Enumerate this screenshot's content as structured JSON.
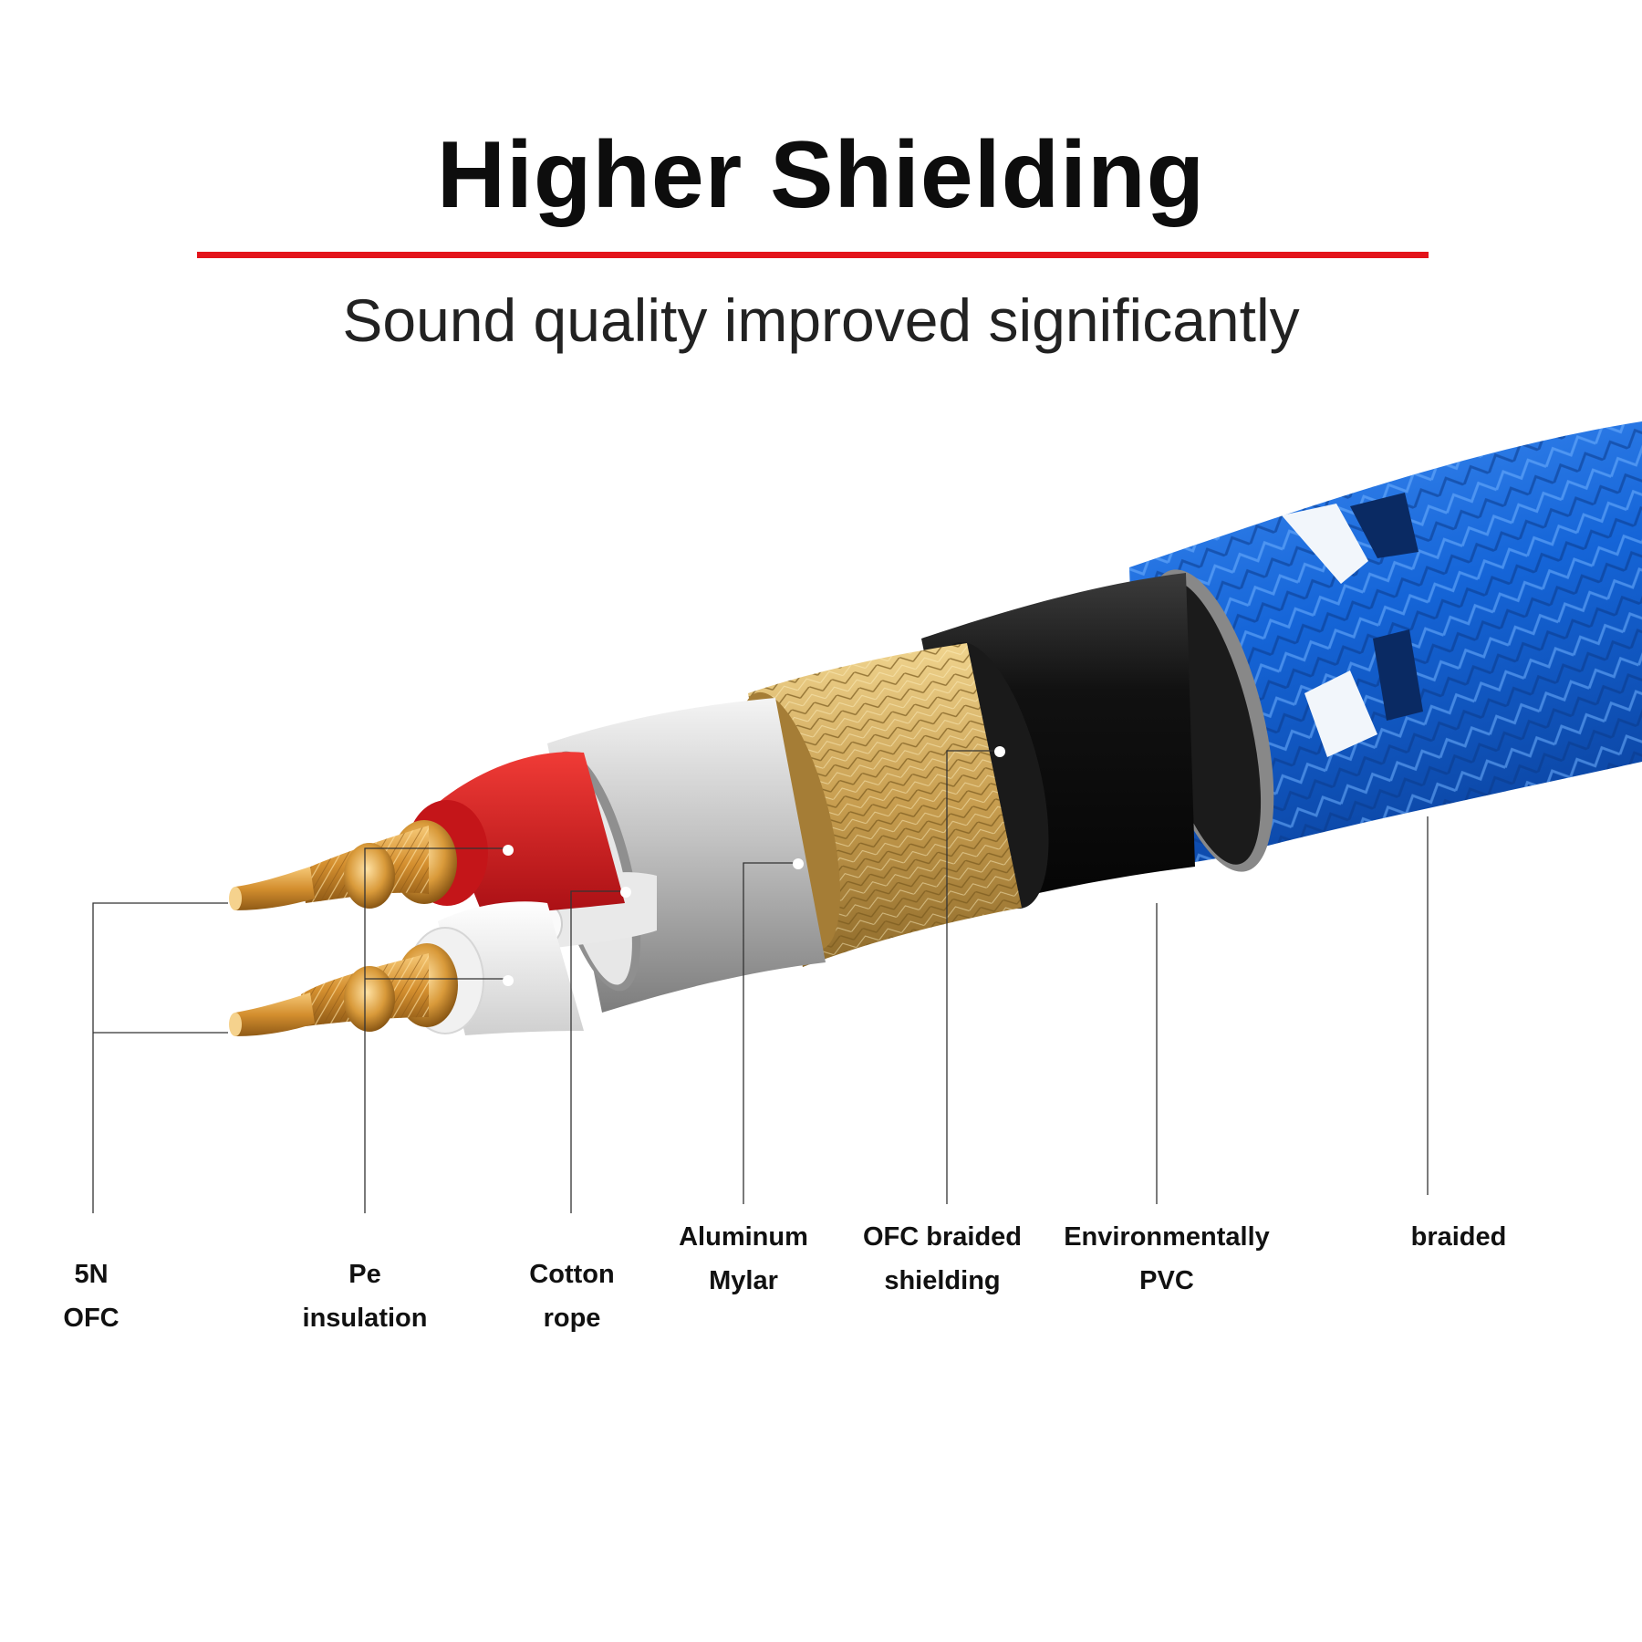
{
  "header": {
    "title": "Higher Shielding",
    "subtitle": "Sound quality improved significantly",
    "accent_color": "#e3141b"
  },
  "cable": {
    "jacket_color": "#1565d8",
    "pvc_color": "#111111",
    "braid_color": "#c9a25a",
    "mylar_color": "#c8c8c8",
    "insulation_colors": [
      "#d21a1f",
      "#f4f4f4"
    ],
    "conductor_color": "#d99a3a"
  },
  "callouts": [
    {
      "id": "conductor",
      "line1": "5N",
      "line2": "OFC"
    },
    {
      "id": "insulation",
      "line1": "Pe",
      "line2": "insulation"
    },
    {
      "id": "cotton",
      "line1": "Cotton",
      "line2": "rope"
    },
    {
      "id": "mylar",
      "line1": "Aluminum",
      "line2": "Mylar"
    },
    {
      "id": "braid",
      "line1": "OFC braided",
      "line2": "shielding"
    },
    {
      "id": "pvc",
      "line1": "Environmentally",
      "line2": "PVC"
    },
    {
      "id": "jacket",
      "line1": "braided",
      "line2": ""
    }
  ]
}
